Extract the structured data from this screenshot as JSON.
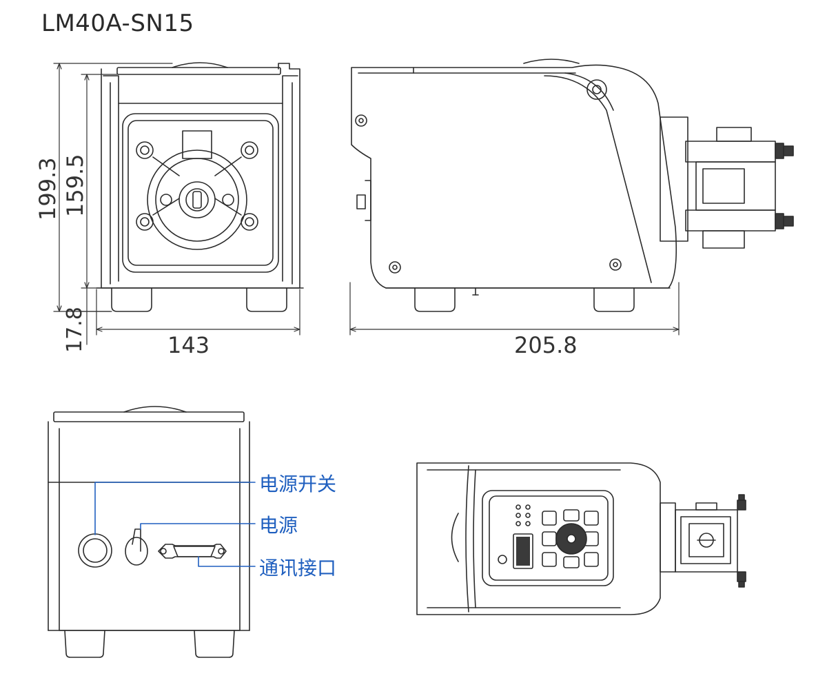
{
  "title": "LM40A-SN15",
  "dimensions": {
    "height_total": "199.3",
    "height_body": "159.5",
    "foot_height": "17.8",
    "width_front": "143",
    "length_side": "205.8"
  },
  "callouts": {
    "power_switch": "电源开关",
    "power": "电源",
    "comm_port": "通讯接口"
  },
  "colors": {
    "line": "#2b2b2b",
    "callout": "#1f5fbf",
    "fill_dark": "#3a3a3a"
  }
}
